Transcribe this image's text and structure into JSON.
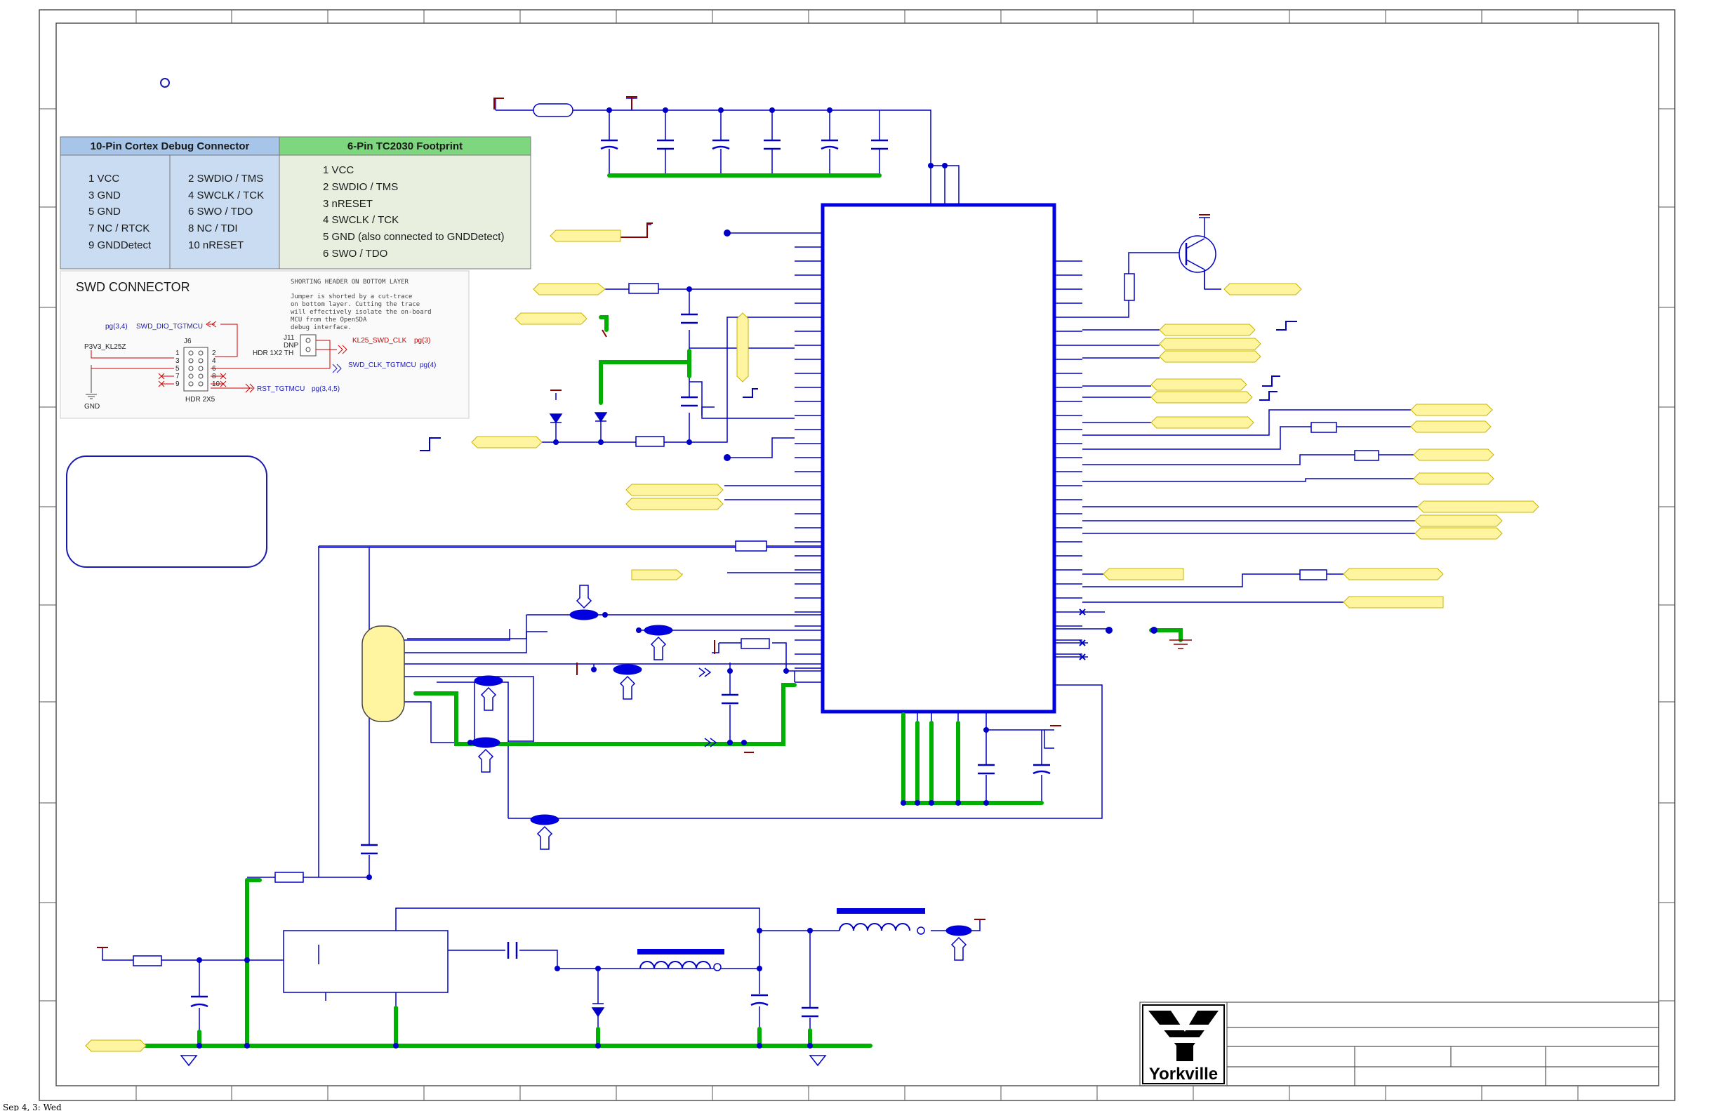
{
  "debug_table": {
    "col1_header": "10-Pin Cortex Debug Connector",
    "col2_header": "6-Pin TC2030 Footprint",
    "col1_left": [
      "1 VCC",
      "3 GND",
      "5 GND",
      "7 NC / RTCK",
      "9 GNDDetect"
    ],
    "col1_right": [
      "2 SWDIO / TMS",
      "4 SWCLK / TCK",
      "6 SWO / TDO",
      "8 NC / TDI",
      "10 nRESET"
    ],
    "col2_items": [
      "1 VCC",
      "2 SWDIO / TMS",
      "3 nRESET",
      "4 SWCLK / TCK",
      "5 GND (also connected to GNDDetect)",
      "6 SWO / TDO"
    ]
  },
  "swd": {
    "title": "SWD CONNECTOR",
    "note": [
      "SHORTING HEADER ON BOTTOM LAYER",
      "Jumper is shorted by a cut-trace",
      "on bottom layer. Cutting the trace",
      "will effectively isolate the on-board",
      "MCU from the OpenSDA",
      "debug interface."
    ],
    "pg34": "pg(3,4)",
    "swd_dio": "SWD_DIO_TGTMCU",
    "p3v3": "P3V3_KL25Z",
    "j6": "J6",
    "j11": "J11",
    "dnp": "DNP",
    "hdr1x2": "HDR 1X2 TH",
    "hdr2x5": "HDR 2X5",
    "kl25_clk": "KL25_SWD_CLK",
    "pg3": "pg(3)",
    "swd_clk": "SWD_CLK_TGTMCU",
    "pg4": "pg(4)",
    "rst": "RST_TGTMCU",
    "pg345": "pg(3,4,5)",
    "gnd": "GND",
    "pins_left": [
      "1",
      "3",
      "5",
      "7",
      "9"
    ],
    "pins_right": [
      "2",
      "4",
      "6",
      "8",
      "10"
    ]
  },
  "logo": {
    "text": "Yorkville"
  },
  "footer": {
    "text": "Sep 4, 3: Wed"
  },
  "colors": {
    "wire": "#0000c8",
    "power": "#00b000",
    "label_fill": "#fff5a0",
    "border": "#555555"
  }
}
